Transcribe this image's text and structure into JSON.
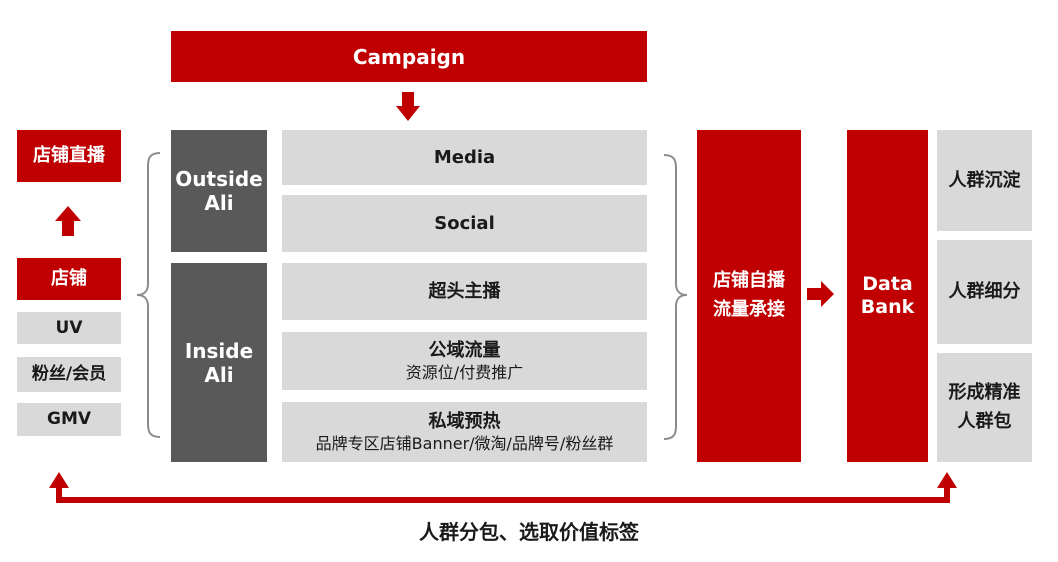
{
  "campaign": "Campaign",
  "left": {
    "store_live": "店铺直播",
    "store": "店铺",
    "metrics": [
      "UV",
      "粉丝/会员",
      "GMV"
    ]
  },
  "sources": {
    "outside": {
      "label_line1": "Outside",
      "label_line2": "Ali",
      "channels": [
        "Media",
        "Social"
      ]
    },
    "inside": {
      "label_line1": "Inside",
      "label_line2": "Ali",
      "channels": [
        {
          "title": "超头主播",
          "sub": ""
        },
        {
          "title": "公域流量",
          "sub": "资源位/付费推广"
        },
        {
          "title": "私域预热",
          "sub": "品牌专区店铺Banner/微淘/品牌号/粉丝群"
        }
      ]
    }
  },
  "traffic": {
    "line1": "店铺自播",
    "line2": "流量承接"
  },
  "databank": {
    "line1": "Data",
    "line2": "Bank"
  },
  "right": {
    "items": [
      "人群沉淀",
      "人群细分"
    ],
    "last_line1": "形成精准",
    "last_line2": "人群包"
  },
  "caption": "人群分包、选取价值标签",
  "colors": {
    "red": "#c00000",
    "dark": "#595959",
    "gray": "#d9d9d9"
  }
}
